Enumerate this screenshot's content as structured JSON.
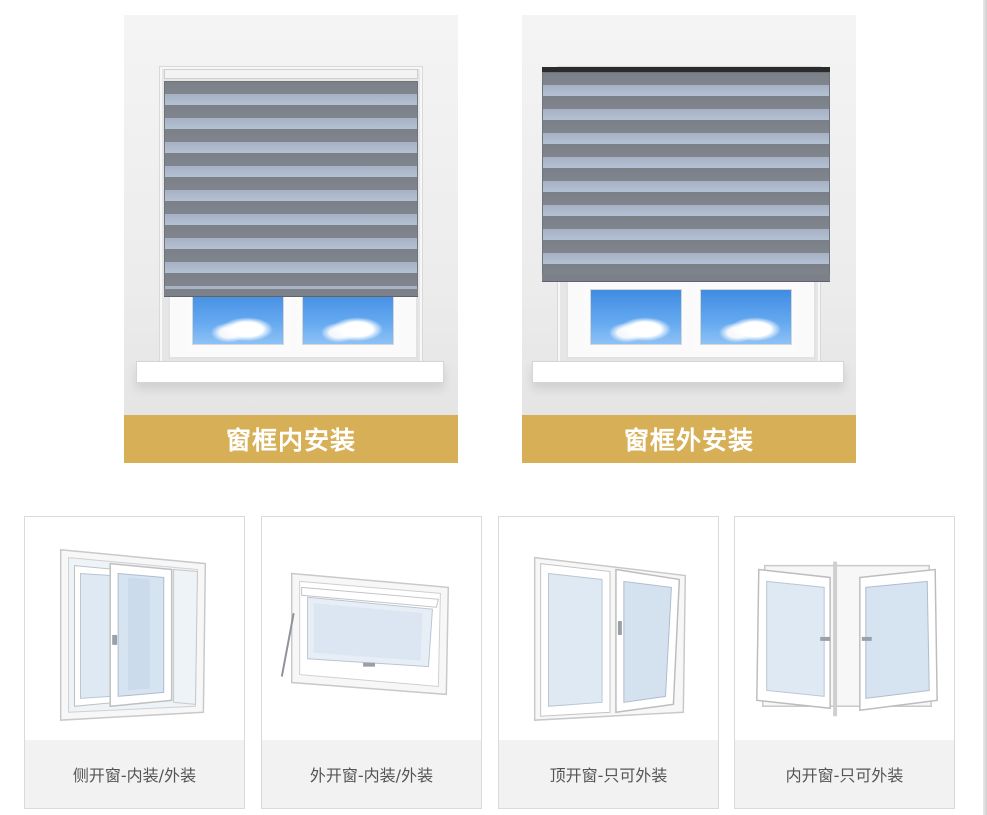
{
  "install_options": [
    {
      "label": "窗框内安装"
    },
    {
      "label": "窗框外安装"
    }
  ],
  "window_types": [
    {
      "label": "侧开窗-内装/外装",
      "icon": "sliding-window-icon"
    },
    {
      "label": "外开窗-内装/外装",
      "icon": "awning-window-icon"
    },
    {
      "label": "顶开窗-只可外装",
      "icon": "tilt-turn-window-icon"
    },
    {
      "label": "内开窗-只可外装",
      "icon": "inward-casement-window-icon"
    }
  ],
  "colors": {
    "caption_gold": "#d7af56",
    "blind_gray": "#7a7f88",
    "sky_blue": "#4a93e6",
    "card_caption_bg": "#f2f2f2"
  }
}
